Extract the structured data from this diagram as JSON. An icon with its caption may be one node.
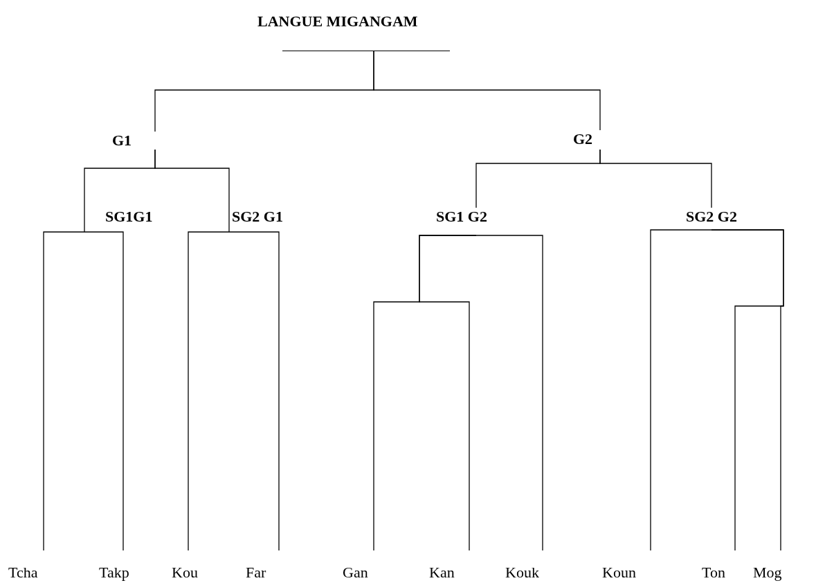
{
  "diagram": {
    "nodes": [
      {
        "text": [
          "LANGUE MIGANGAM"
        ]
      },
      {
        "text": [
          "G1"
        ]
      },
      {
        "text": [
          "G2"
        ]
      },
      {
        "text": [
          "SG1G1"
        ]
      },
      {
        "text": [
          "SG2 G1"
        ]
      },
      {
        "text": [
          "SG1 G2"
        ]
      },
      {
        "text": [
          "SG2 G2"
        ]
      },
      {
        "text": [
          "Tcha"
        ]
      },
      {
        "text": [
          "Takp"
        ]
      },
      {
        "text": [
          "Kou"
        ]
      },
      {
        "text": [
          "Far"
        ]
      },
      {
        "text": [
          "Gan"
        ]
      },
      {
        "text": [
          "Kan"
        ]
      },
      {
        "text": [
          "Kouk"
        ]
      },
      {
        "text": [
          "Koun"
        ]
      },
      {
        "text": [
          "Ton"
        ]
      },
      {
        "text": [
          "Mog"
        ]
      }
    ],
    "edges": [
      {
        "from": 0,
        "to": 1,
        "arrow": "none"
      },
      {
        "from": 0,
        "to": 2,
        "arrow": "none"
      },
      {
        "from": 1,
        "to": 3,
        "arrow": "none"
      },
      {
        "from": 1,
        "to": 4,
        "arrow": "none"
      },
      {
        "from": 2,
        "to": 5,
        "arrow": "none"
      },
      {
        "from": 2,
        "to": 6,
        "arrow": "none"
      },
      {
        "from": 3,
        "to": 7,
        "arrow": "none"
      },
      {
        "from": 3,
        "to": 8,
        "arrow": "none"
      },
      {
        "from": 4,
        "to": 9,
        "arrow": "none"
      },
      {
        "from": 4,
        "to": 10,
        "arrow": "none"
      },
      {
        "from": 5,
        "to": 11,
        "arrow": "none"
      },
      {
        "from": 5,
        "to": 12,
        "arrow": "none"
      },
      {
        "from": 5,
        "to": 13,
        "arrow": "none"
      },
      {
        "from": 6,
        "to": 14,
        "arrow": "none"
      },
      {
        "from": 6,
        "to": 15,
        "arrow": "none"
      },
      {
        "from": 6,
        "to": 16,
        "arrow": "none"
      }
    ]
  }
}
